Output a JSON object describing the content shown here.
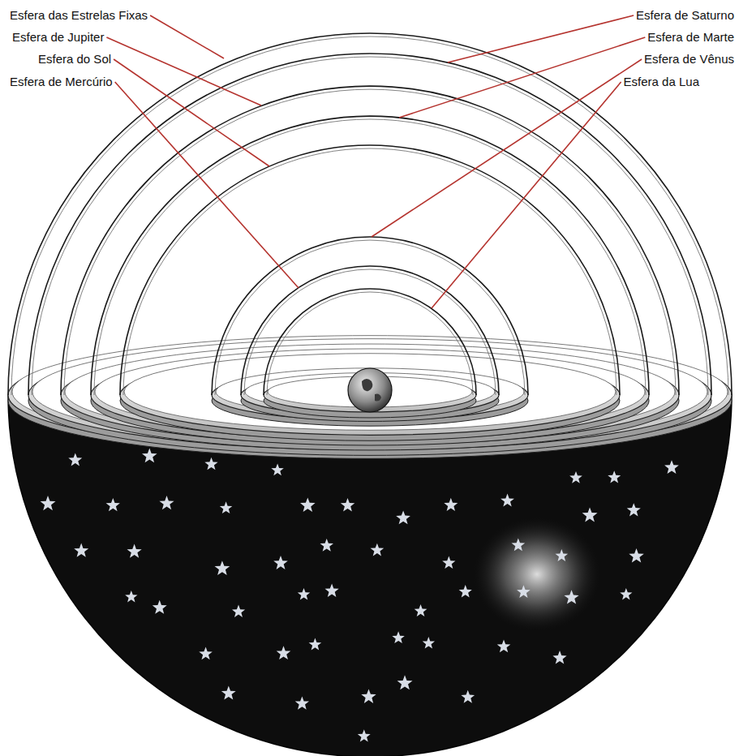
{
  "diagram": {
    "labels": [
      "Esfera das Estrelas Fixas",
      "Esfera de Saturno",
      "Esfera de Jupiter",
      "Esfera de Marte",
      "Esfera do Sol",
      "Esfera de Vênus",
      "Esfera de Mercúrio",
      "Esfera da Lua"
    ]
  }
}
